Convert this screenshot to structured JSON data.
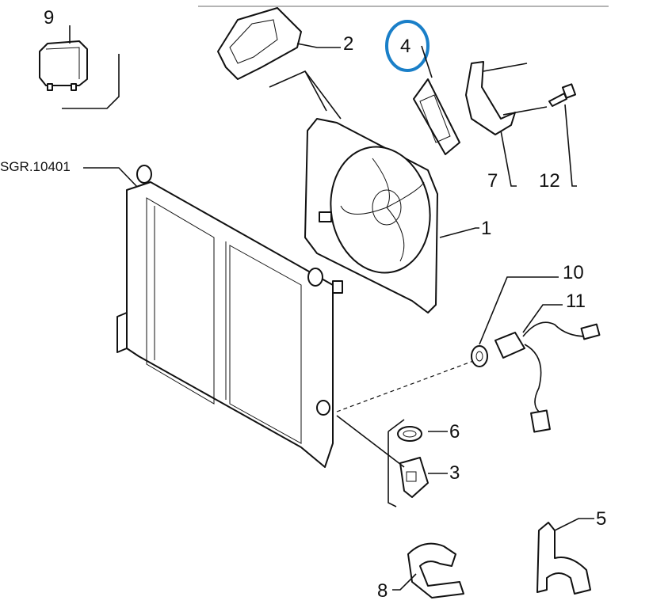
{
  "diagram": {
    "labels": {
      "p1": "1",
      "p2": "2",
      "p3": "3",
      "p4": "4",
      "p5": "5",
      "p6": "6",
      "p7": "7",
      "p8": "8",
      "p9": "9",
      "p10": "10",
      "p11": "11",
      "p12": "12",
      "ref": "SGR.10401"
    },
    "highlight_color": "#1a7fc8"
  }
}
